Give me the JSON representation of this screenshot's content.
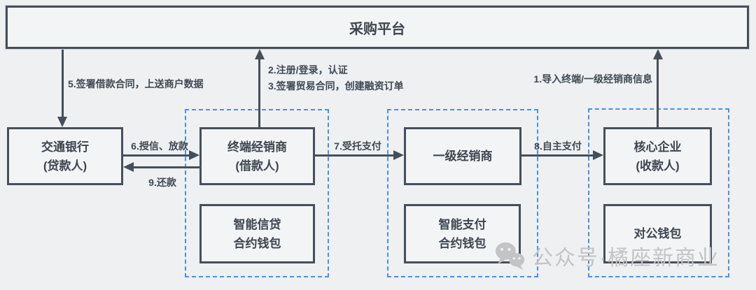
{
  "platform": {
    "title": "采购平台"
  },
  "nodes": {
    "bank": {
      "line1": "交通银行",
      "line2": "(贷款人)"
    },
    "terminal_dealer": {
      "line1": "终端经销商",
      "line2": "(借款人)"
    },
    "tier1_dealer": {
      "line1": "一级经销商"
    },
    "core_enterprise": {
      "line1": "核心企业",
      "line2": "(收款人)"
    },
    "credit_wallet": {
      "line1": "智能信贷",
      "line2": "合约钱包"
    },
    "payment_wallet": {
      "line1": "智能支付",
      "line2": "合约钱包"
    },
    "corporate_wallet": {
      "line1": "对公钱包"
    }
  },
  "flows": {
    "f1": "1.导入终端/一级经销商信息",
    "f2": "2.注册/登录，认证",
    "f3": "3.签署贸易合同，创建融资订单",
    "f5": "5.签署借款合同，上送商户数据",
    "f6": "6.授信、放款",
    "f7": "7.受托支付",
    "f8": "8.自主支付",
    "f9": "9.还款"
  },
  "colors": {
    "line": "#454f5b",
    "text": "#3d4650",
    "box_fill": "#f3f4f6",
    "dashed_border": "#4a8ee9",
    "watermark": "#c3c4c6",
    "background": "#eef0f2"
  },
  "watermark": {
    "label": "公众号·橘座新商业",
    "icon": "wechat-icon"
  }
}
